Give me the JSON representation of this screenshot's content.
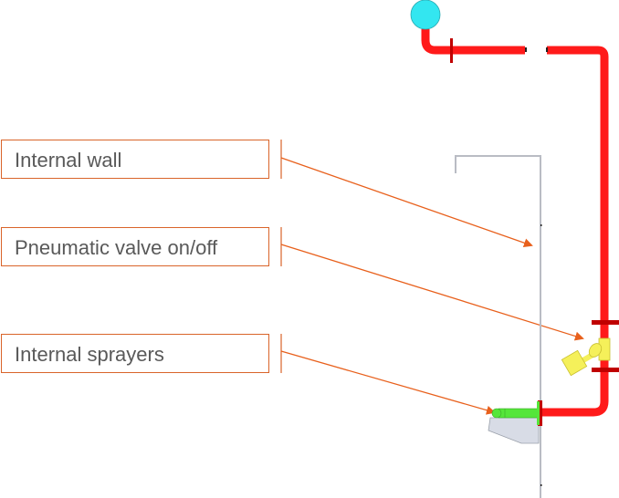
{
  "callouts": [
    {
      "id": "internal-wall",
      "label": "Internal wall"
    },
    {
      "id": "pneumatic-valve",
      "label": "Pneumatic valve on/off"
    },
    {
      "id": "internal-sprayers",
      "label": "Internal sprayers"
    }
  ],
  "colors": {
    "callout_border": "#d9642a",
    "callout_text": "#595959",
    "arrow": "#e8601c",
    "pipe": "#ff1a1a",
    "pipe_dark": "#c00000",
    "gauge": "#33e6f0",
    "valve": "#f5f05a",
    "sprayer": "#55e63a",
    "wall": "#b9bcc4",
    "bracket": "#d8dce6"
  }
}
